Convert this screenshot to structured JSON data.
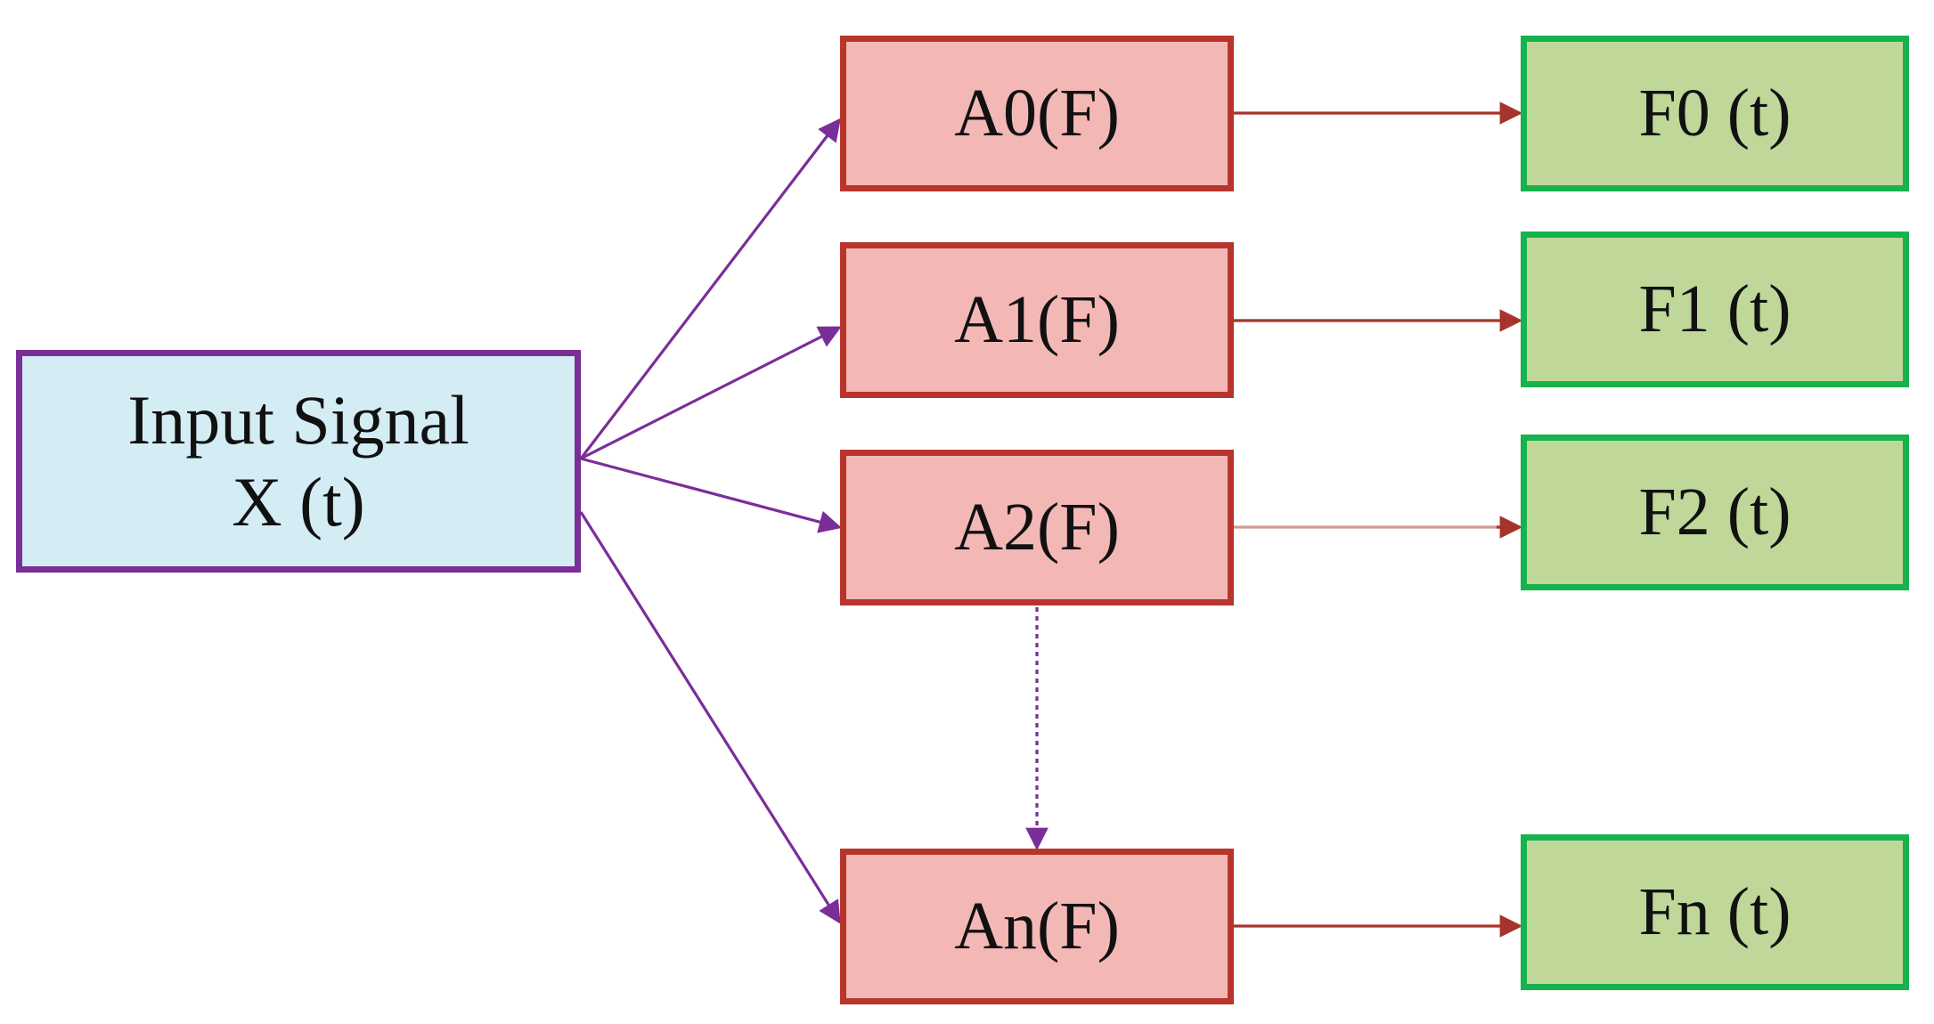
{
  "input": {
    "line1": "Input Signal",
    "line2": "X (t)"
  },
  "filters": [
    {
      "label": "A0(F)"
    },
    {
      "label": "A1(F)"
    },
    {
      "label": "A2(F)"
    },
    {
      "label": "An(F)"
    }
  ],
  "outputs": [
    {
      "label": "F0 (t)"
    },
    {
      "label": "F1 (t)"
    },
    {
      "label": "F2 (t)"
    },
    {
      "label": "Fn (t)"
    }
  ],
  "colors": {
    "input_fill": "#d4ecf4",
    "input_border": "#7a2e98",
    "filter_fill": "#f3b8b5",
    "filter_border": "#b8352b",
    "output_fill": "#bfd89a",
    "output_border": "#17b24d",
    "input_arrow": "#7a2e98",
    "output_arrow": "#a5352c",
    "output_arrow_light": "#d49791"
  }
}
